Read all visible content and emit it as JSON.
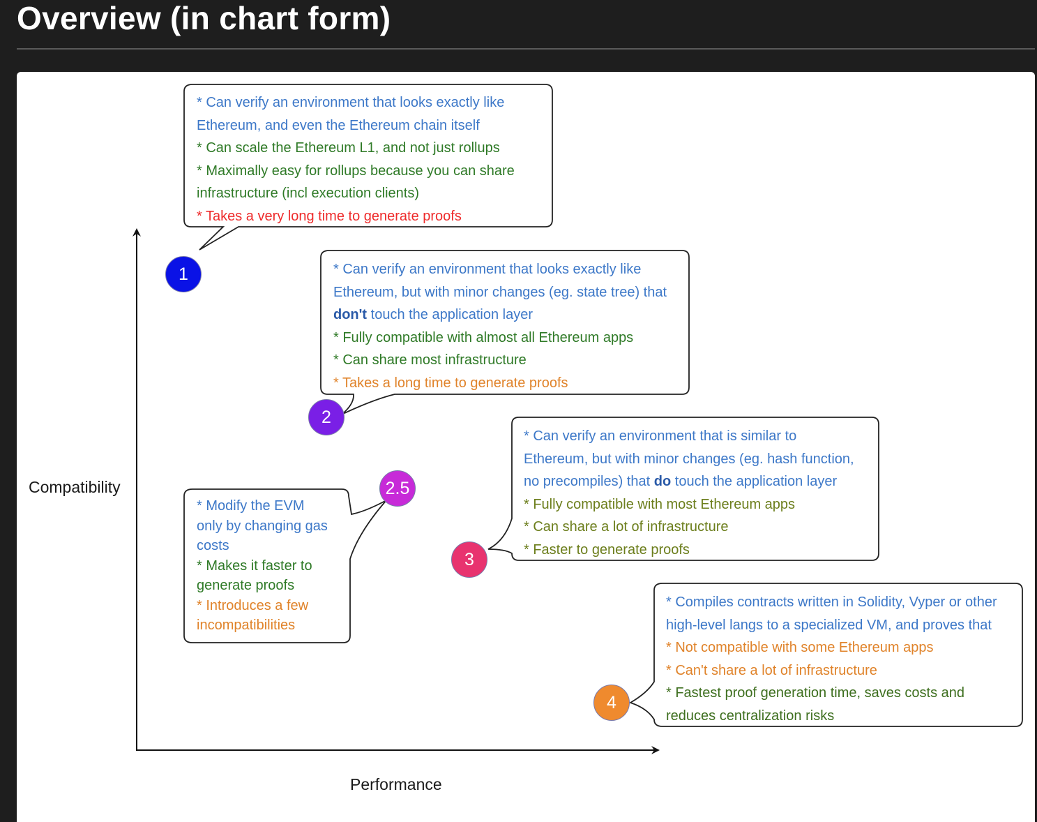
{
  "title": "Overview (in chart form)",
  "axes": {
    "y_label": "Compatibility",
    "x_label": "Performance"
  },
  "colors": {
    "pro_blue": "#3d78c8",
    "pro_green": "#2f7a27",
    "con_red": "#ee2b2b",
    "con_orange": "#e0832a",
    "mid_olive": "#6c7e1c"
  },
  "nodes": [
    {
      "label": "1",
      "color": "#0a12e6"
    },
    {
      "label": "2",
      "color": "#7a1fe6"
    },
    {
      "label": "2.5",
      "color": "#c72ad8"
    },
    {
      "label": "3",
      "color": "#e8336f"
    },
    {
      "label": "4",
      "color": "#ef8a2e"
    }
  ],
  "cards": {
    "type1": {
      "l1": "* Can verify an environment that looks exactly like",
      "l2": "Ethereum, and even the Ethereum chain itself",
      "l3": "* Can scale the Ethereum L1, and not just rollups",
      "l4": "* Maximally easy for rollups because you can share",
      "l5": "infrastructure (incl execution clients)",
      "l6": "* Takes a very long time to generate proofs"
    },
    "type2": {
      "l1": "* Can verify an environment that looks exactly like",
      "l2": "Ethereum, but with minor changes (eg. state tree) that",
      "l3_bold": "don't",
      "l3_rest": " touch the application layer",
      "l4": "* Fully compatible with almost all Ethereum apps",
      "l5": "* Can share most infrastructure",
      "l6": "* Takes a long time to generate proofs"
    },
    "type25": {
      "l1": "* Modify the EVM only by changing gas costs",
      "l2": "* Makes it faster to generate proofs",
      "l3": "* Introduces a few incompatibilities"
    },
    "type3": {
      "l1": "* Can verify an environment that is similar to",
      "l2": "Ethereum, but with minor changes (eg. hash function,",
      "l3_pre": "no precompiles) that ",
      "l3_bold": "do",
      "l3_rest": " touch the application layer",
      "l4": "* Fully compatible with most Ethereum apps",
      "l5": "* Can share a lot of infrastructure",
      "l6": "* Faster to generate proofs"
    },
    "type4": {
      "l1": "* Compiles contracts written in Solidity, Vyper or other",
      "l2": "high-level langs to a specialized VM, and proves that",
      "l3": "* Not compatible with some Ethereum apps",
      "l4": "* Can't share a lot of infrastructure",
      "l5": "* Fastest proof generation time, saves costs and",
      "l6": "reduces centralization risks"
    }
  }
}
